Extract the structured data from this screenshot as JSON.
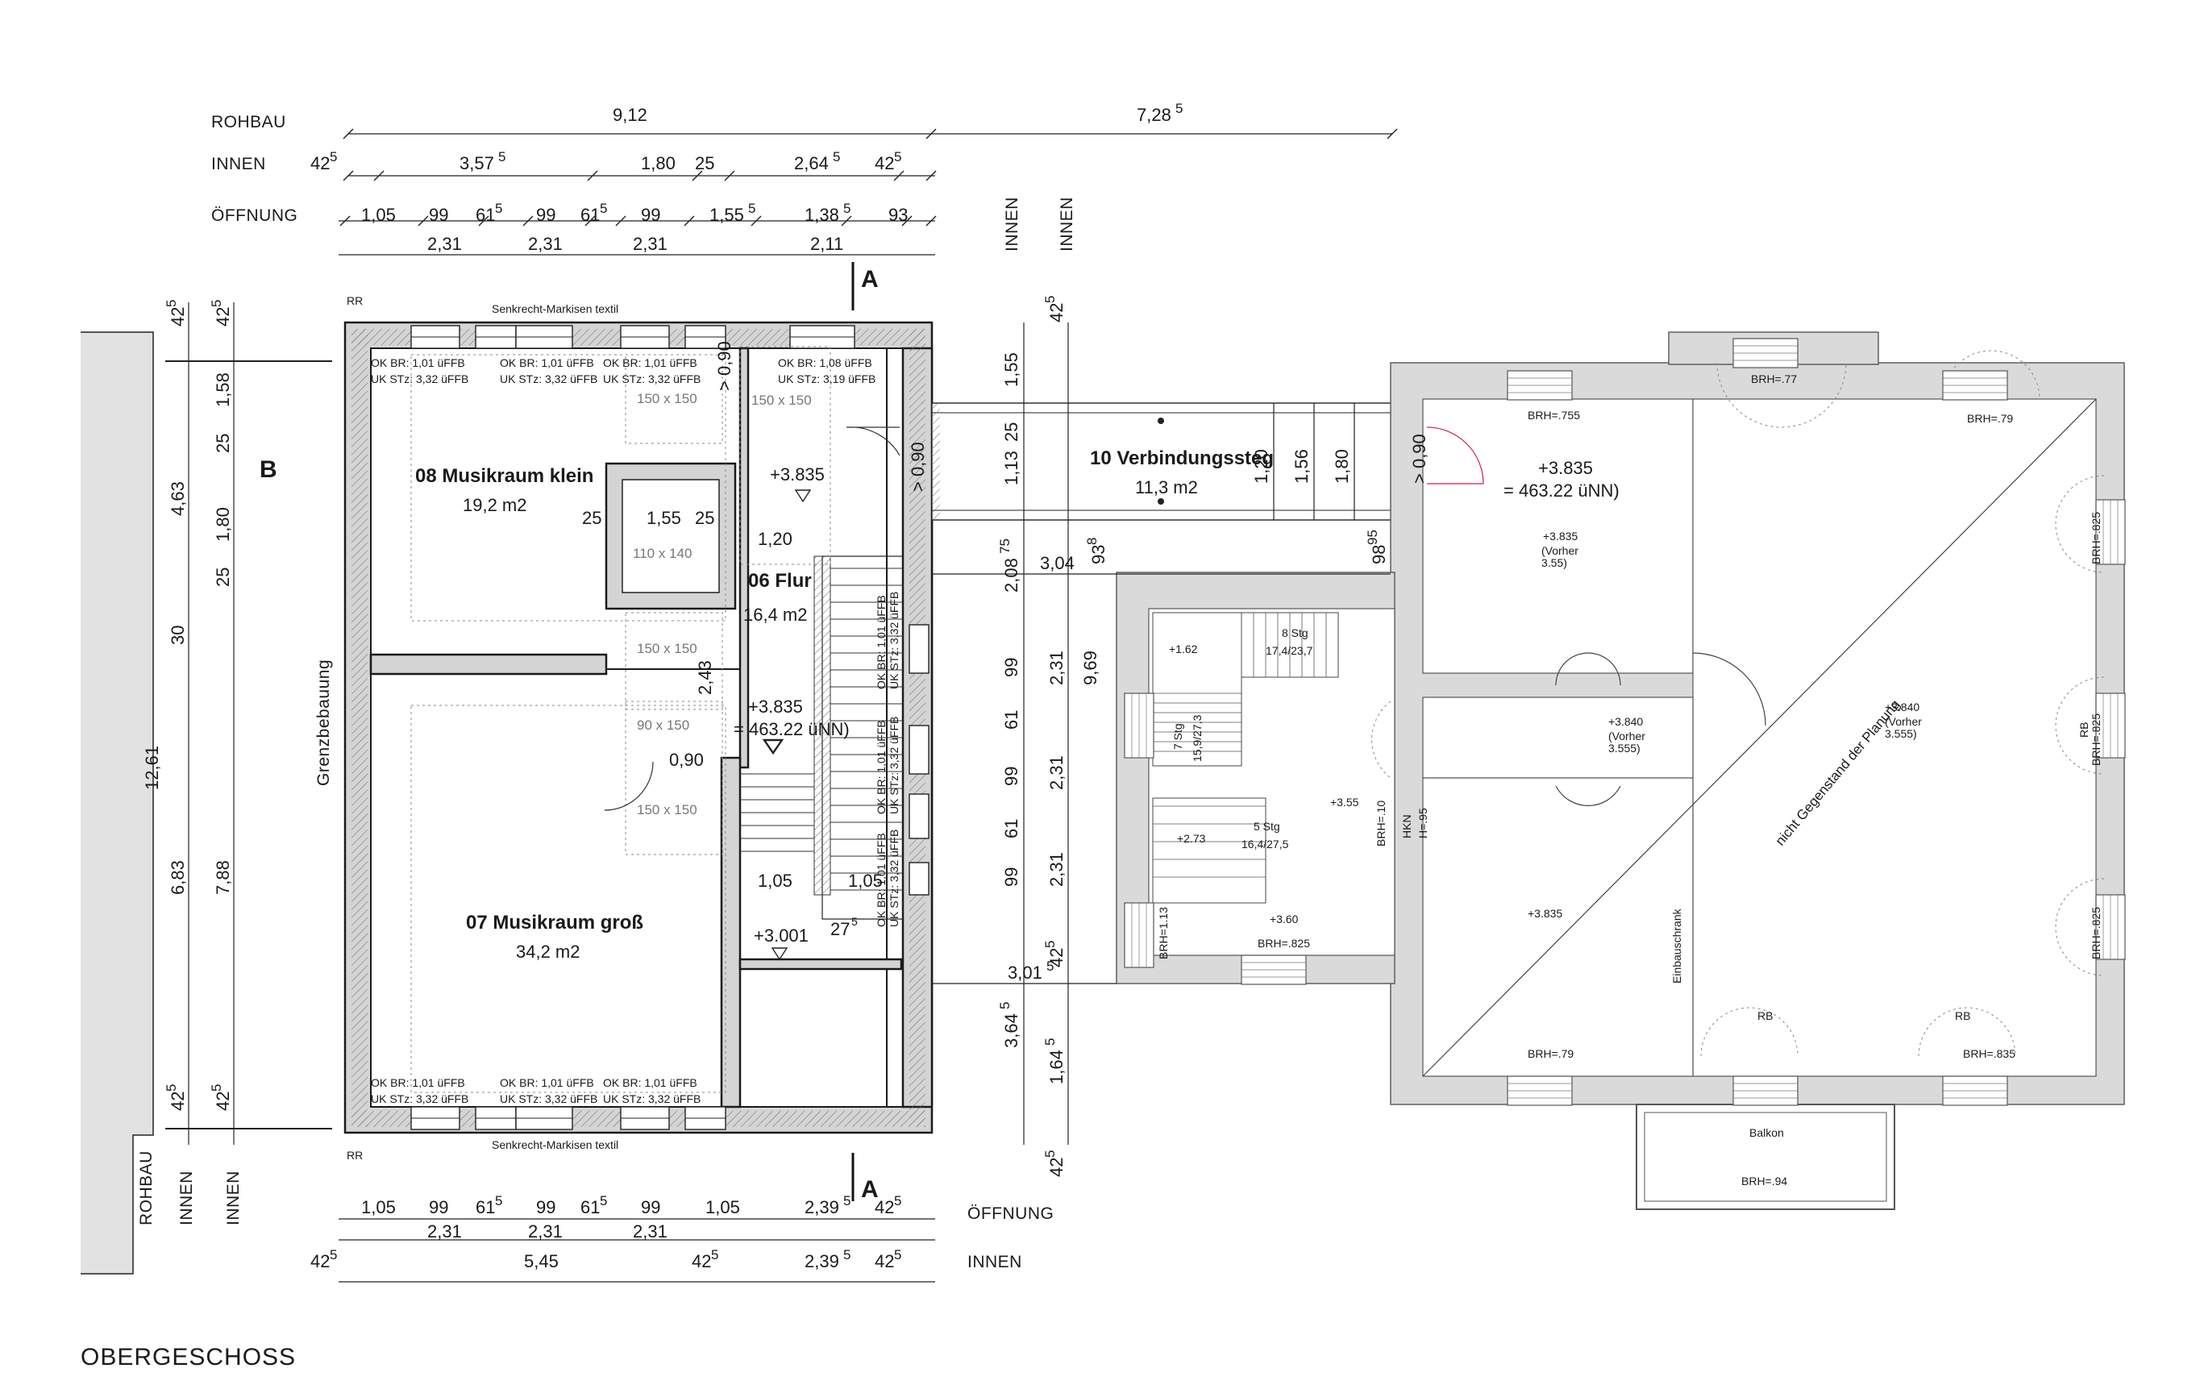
{
  "title": "OBERGESCHOSS",
  "row_labels": {
    "rohbau": "ROHBAU",
    "innen": "INNEN",
    "oeffnung": "ÖFFNUNG"
  },
  "top_dims": {
    "rohbau": [
      {
        "v": "9,12",
        "s": ""
      },
      {
        "v": "7,28",
        "s": "5"
      }
    ],
    "innen": [
      {
        "v": "42",
        "s": "5"
      },
      {
        "v": "3,57",
        "s": "5"
      },
      {
        "v": "1,80",
        "s": ""
      },
      {
        "v": "25",
        "s": ""
      },
      {
        "v": "2,64",
        "s": "5"
      },
      {
        "v": "42",
        "s": "5"
      }
    ],
    "oeffnung_upper": [
      {
        "v": "1,05",
        "s": ""
      },
      {
        "v": "99",
        "s": ""
      },
      {
        "v": "61",
        "s": "5"
      },
      {
        "v": "99",
        "s": ""
      },
      {
        "v": "61",
        "s": "5"
      },
      {
        "v": "99",
        "s": ""
      },
      {
        "v": "1,55",
        "s": "5"
      },
      {
        "v": "1,38",
        "s": "5"
      },
      {
        "v": "93",
        "s": ""
      }
    ],
    "oeffnung_lower": [
      {
        "v": "2,31",
        "s": ""
      },
      {
        "v": "2,31",
        "s": ""
      },
      {
        "v": "2,31",
        "s": ""
      },
      {
        "v": "2,11",
        "s": ""
      }
    ]
  },
  "bottom_dims": {
    "oeffnung_upper": [
      {
        "v": "1,05",
        "s": ""
      },
      {
        "v": "99",
        "s": ""
      },
      {
        "v": "61",
        "s": "5"
      },
      {
        "v": "99",
        "s": ""
      },
      {
        "v": "61",
        "s": "5"
      },
      {
        "v": "99",
        "s": ""
      },
      {
        "v": "1,05",
        "s": ""
      },
      {
        "v": "2,39",
        "s": "5"
      },
      {
        "v": "42",
        "s": "5"
      }
    ],
    "oeffnung_lower": [
      {
        "v": "2,31",
        "s": ""
      },
      {
        "v": "2,31",
        "s": ""
      },
      {
        "v": "2,31",
        "s": ""
      }
    ],
    "innen": [
      {
        "v": "42",
        "s": "5"
      },
      {
        "v": "5,45",
        "s": ""
      },
      {
        "v": "42",
        "s": "5"
      },
      {
        "v": "2,39",
        "s": "5"
      },
      {
        "v": "42",
        "s": "5"
      }
    ]
  },
  "left_dims": {
    "rohbau": "12,61",
    "innen": [
      {
        "v": "42",
        "s": "5"
      },
      {
        "v": "4,63",
        "s": ""
      },
      {
        "v": "30",
        "s": ""
      },
      {
        "v": "6,83",
        "s": ""
      },
      {
        "v": "42",
        "s": "5"
      }
    ],
    "innen2": [
      {
        "v": "42",
        "s": "5"
      },
      {
        "v": "1,58",
        "s": ""
      },
      {
        "v": "25",
        "s": ""
      },
      {
        "v": "1,80",
        "s": ""
      },
      {
        "v": "25",
        "s": ""
      },
      {
        "v": "7,88",
        "s": ""
      },
      {
        "v": "42",
        "s": "5"
      }
    ]
  },
  "middle_dims": {
    "col1": [
      {
        "v": "1,55",
        "s": ""
      },
      {
        "v": "25",
        "s": ""
      },
      {
        "v": "1,13",
        "s": ""
      },
      {
        "v": "2,08",
        "s": "75"
      },
      {
        "v": "99",
        "s": ""
      },
      {
        "v": "61",
        "s": ""
      },
      {
        "v": "99",
        "s": ""
      },
      {
        "v": "61",
        "s": ""
      },
      {
        "v": "99",
        "s": ""
      },
      {
        "v": "3,64",
        "s": "5"
      }
    ],
    "col2": [
      {
        "v": "42",
        "s": "5"
      },
      {
        "v": "2,31",
        "s": ""
      },
      {
        "v": "9,69",
        "s": ""
      },
      {
        "v": "2,31",
        "s": ""
      },
      {
        "v": "2,31",
        "s": ""
      },
      {
        "v": "42",
        "s": "5"
      },
      {
        "v": "1,64",
        "s": "5"
      },
      {
        "v": "42",
        "s": "5"
      }
    ],
    "bridge": [
      "1,20",
      "1,56",
      "1,80"
    ],
    "misc": [
      {
        "v": "3,04",
        "s": ""
      },
      {
        "v": "93",
        "s": "8"
      },
      {
        "v": "98",
        "s": "95"
      },
      {
        "v": "3,01",
        "s": "5"
      }
    ]
  },
  "rooms": [
    {
      "id": "08",
      "name": "08 Musikraum klein",
      "area": "19,2 m2"
    },
    {
      "id": "07",
      "name": "07 Musikraum groß",
      "area": "34,2 m2"
    },
    {
      "id": "06",
      "name": "06 Flur",
      "area": "16,4 m2"
    },
    {
      "id": "10",
      "name": "10 Verbindungssteg",
      "area": "11,3 m2"
    }
  ],
  "levels": {
    "flur_top": "+3.835",
    "flur_mid": "+3.835",
    "flur_mid_nn": "= 463.22 üNN)",
    "flur_bottom": "+3.001",
    "east_main": "+3.835",
    "east_main_nn": "= 463.22 üNN)",
    "east_room": "+3.835",
    "east_room_prev": "(Vorher\n3.55)",
    "east_hall": "+3.840",
    "east_hall_prev": "(Vorher\n3.555)",
    "east_big": "+3.840",
    "east_big_prev": "(Vorher\n3.555)",
    "east_low": "+3.835",
    "stair_a": "+1.62",
    "stair_b": "+2.73",
    "stair_c": "+3.55",
    "stair_d": "+3.60"
  },
  "window_notes": {
    "top": [
      [
        "OK BR: 1,01 üFFB",
        "UK STz: 3,32 üFFB"
      ],
      [
        "OK BR: 1,01 üFFB",
        "UK STz: 3,32 üFFB"
      ],
      [
        "OK BR: 1,01 üFFB",
        "UK STz: 3,32 üFFB"
      ],
      [
        "OK BR: 1,08 üFFB",
        "UK STz: 3,19 üFFB"
      ]
    ],
    "bottom": [
      [
        "OK BR: 1,01 üFFB",
        "UK STz: 3,32 üFFB"
      ],
      [
        "OK BR: 1,01 üFFB",
        "UK STz: 3,32 üFFB"
      ],
      [
        "OK BR: 1,01 üFFB",
        "UK STz: 3,32 üFFB"
      ]
    ],
    "side": [
      "OK BR: 1,01 üFFB",
      "UK STz: 3,32 üFFB"
    ]
  },
  "openings": [
    "150 x 150",
    "150 x 150",
    "150 x 150",
    "90 x 150",
    "150 x 150",
    "110 x 140"
  ],
  "misc_text": {
    "markisen": "Senkrecht-Markisen textil",
    "rr": "RR",
    "grenz": "Grenzbebauung",
    "not_planned": "nicht Gegenstand der Planung",
    "balkon": "Balkon",
    "brh_94": "BRH=.94",
    "brh_77": "BRH=.77",
    "brh_755": "BRH=.755",
    "brh_79a": "BRH=.79",
    "brh_79b": "BRH=.79",
    "brh_835a": "BRH=.835",
    "brh_825a": "BRH=.825",
    "brh_825b": "BRH=.825",
    "brh_825c": "BRH=.825",
    "brh_825d": "BRH=.825",
    "brh_113": "BRH=1.13",
    "brh_10": "BRH=.10",
    "rb": "RB",
    "stg8": "8 Stg",
    "stg8_r": "17,4/23,7",
    "stg7": "7 Stg",
    "stg7_r": "15,9/27,3",
    "stg5": "5 Stg",
    "stg5_r": "16,4/27,5",
    "hkn": "HKN",
    "hkn_h": "H=.95",
    "einbau": "Einbauschrank",
    "door_090": "> 0,90",
    "door_090b": "> 0,90",
    "door_090c": "0,90",
    "door_090d": "> 0,90",
    "d_155": "1,55",
    "d_25a": "25",
    "d_25b": "25",
    "d_120": "1,20",
    "d_243": "2,43",
    "d_105a": "1,05",
    "d_105b": "1,05",
    "d_275": "27",
    "d_275s": "5"
  },
  "section_marks": {
    "a": "A",
    "b": "B"
  },
  "vertical_labels": {
    "innen_a": "INNEN",
    "innen_b": "INNEN",
    "rohbau_l": "ROHBAU",
    "innen_l1": "INNEN",
    "innen_l2": "INNEN"
  }
}
